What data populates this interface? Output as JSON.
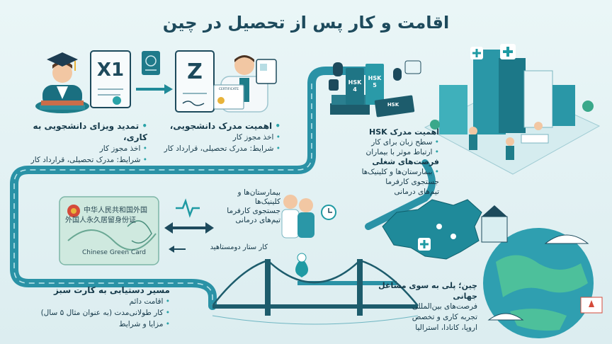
{
  "title": "اقامت و کار پس از تحصیل در چین",
  "visa_x1": {
    "doc_label": "X1",
    "heading": "تمدید ویزای دانشجویی به کاری،",
    "line1": "اخذ مجوز کار",
    "line2": "شرایط: مدرک تحصیلی، قرارداد کار"
  },
  "visa_z": {
    "doc_label": "Z",
    "cert_label": "CERTIFICATE",
    "heading": "اهمیت مدرک دانشجویی،",
    "line1": "اخذ مجوز کار",
    "line2": "شرایط: مدرک تحصیلی، قرارداد کار"
  },
  "hsk": {
    "book1": "HSK 4",
    "book2": "HSK 5",
    "book3": "HSK",
    "heading": "اهمیت مدرک HSK",
    "line1": "سطح زبان برای کار",
    "line2": "ارتباط موثر با بیماران",
    "jobs_heading": "فرصت‌های شغلی",
    "job1": "بیمارستان‌ها و کلینیک‌ها",
    "job2": "جستجوی کارفرما",
    "job3": "تیم‌های درمانی"
  },
  "middle": {
    "line1": "بیمارستان‌ها و کلینیک‌ها",
    "line2": "جستجوی کارفرما",
    "line3": "تیم‌های درمانی",
    "arrow_label": "کار ستار دومستاهید"
  },
  "green_card": {
    "cn_line1": "中华人民共和国外国",
    "cn_line2": "外国人永久居留身份证",
    "en_label": "Chinese Green Card",
    "heading": "مسیر دستیابی به کارت سبز",
    "item1": "اقامت دائم",
    "item2": "کار طولانی‌مدت (به عنوان مثال ۵ سال)",
    "item3": "مزایا و شرایط"
  },
  "global": {
    "heading": "چین؛ پلی به سوی مشاغل جهانی",
    "line1": "فرصت‌های بین‌المللی",
    "line2": "تجربه کاری و تخصص",
    "line3": "اروپا، کانادا، استرالیا"
  },
  "colors": {
    "teal": "#1f9aa3",
    "dark_teal": "#156e7a",
    "navy": "#1d4a5c",
    "light": "#eaf6f7"
  }
}
